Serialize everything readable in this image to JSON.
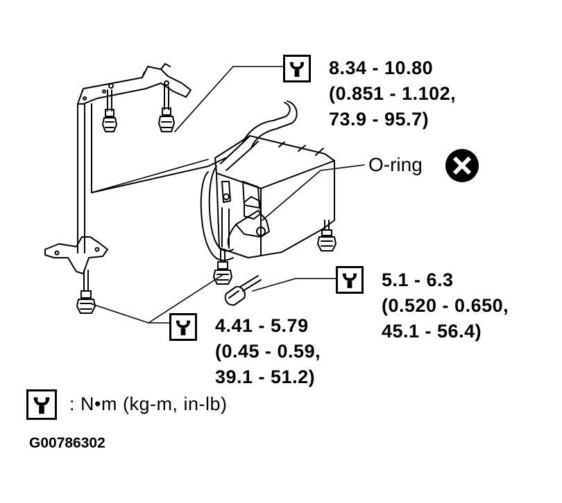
{
  "torque_specs": [
    {
      "id": "upper",
      "lines": [
        "8.34  -  10.80",
        "(0.851  -  1.102,",
        "73.9  -  95.7)"
      ]
    },
    {
      "id": "right",
      "lines": [
        "5.1  -  6.3",
        "(0.520  -  0.650,",
        "45.1  -  56.4)"
      ]
    },
    {
      "id": "lower",
      "lines": [
        "4.41  -  5.79",
        "(0.45  -  0.59,",
        "39.1  -  51.2)"
      ]
    }
  ],
  "oring_label": "O-ring",
  "legend_text": ":  N•m  (kg-m,  in-lb)",
  "figure_code": "G00786302",
  "icons": {
    "torque": "torque-wrench-icon",
    "do_not_reuse": "do-not-reuse-x-icon"
  },
  "colors": {
    "ink": "#000000",
    "paper": "#ffffff"
  }
}
